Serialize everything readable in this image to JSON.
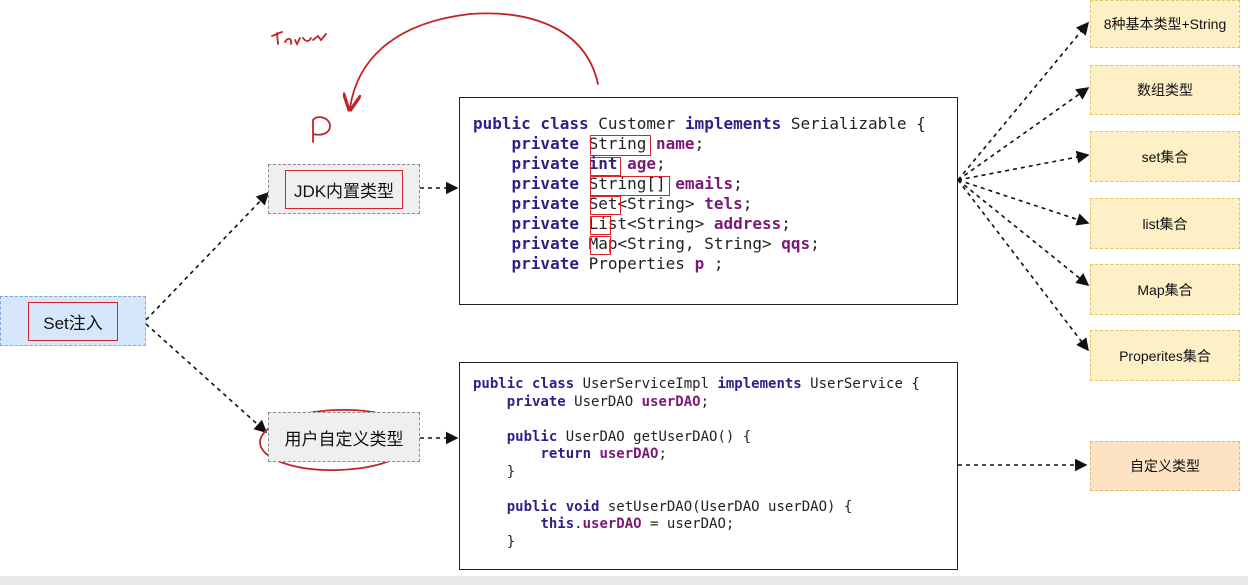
{
  "root": {
    "label": "Set注入"
  },
  "branches": {
    "jdk": {
      "label": "JDK内置类型"
    },
    "custom": {
      "label": "用户自定义类型"
    }
  },
  "customer_class": {
    "header": {
      "kw1": "public class",
      "name": " Customer ",
      "kw2": "implements",
      "iface": " Serializable {"
    },
    "fields": [
      {
        "kw": "private",
        "type": " String ",
        "name": "name",
        "end": ";"
      },
      {
        "kw": "private",
        "type": " ",
        "type_kw": "int",
        "name": " age",
        "end": ";"
      },
      {
        "kw": "private",
        "type": " String[] ",
        "name": "emails",
        "end": ";"
      },
      {
        "kw": "private",
        "type": " Set<String> ",
        "name": "tels",
        "end": ";"
      },
      {
        "kw": "private",
        "type": " List<String> ",
        "name": "address",
        "end": ";"
      },
      {
        "kw": "private",
        "type": " Map<String, String> ",
        "name": "qqs",
        "end": ";"
      },
      {
        "kw": "private",
        "type": " Properties ",
        "name": "p",
        "end": " ;"
      }
    ]
  },
  "service_class": {
    "header": {
      "kw1": "public class",
      "name": " UserServiceImpl ",
      "kw2": "implements",
      "iface": " UserService {"
    },
    "field": {
      "kw": "private",
      "type": " UserDAO ",
      "name": "userDAO",
      "end": ";"
    },
    "getter": {
      "kw": "public",
      "sig": " UserDAO getUserDAO() {"
    },
    "getter_body": {
      "kw": "return",
      "name": " userDAO",
      "end": ";"
    },
    "close1": "}",
    "setter": {
      "kw": "public void",
      "sig": " setUserDAO(UserDAO userDAO) {"
    },
    "setter_body": {
      "kw": "this",
      "dot": ".",
      "name": "userDAO",
      "rest": " = userDAO;"
    },
    "close2": "}"
  },
  "types": [
    {
      "label": "8种基本类型+String"
    },
    {
      "label": "数组类型"
    },
    {
      "label": "set集合"
    },
    {
      "label": "list集合"
    },
    {
      "label": "Map集合"
    },
    {
      "label": "Properites集合"
    }
  ],
  "custom_type": {
    "label": "自定义类型"
  },
  "annotations": {
    "scribble_text": "Taken"
  },
  "colors": {
    "highlight": "#d6242e",
    "keyword": "#2f1f88",
    "field": "#7b1a76",
    "yellow": "#fdefc6",
    "orange": "#fde3c3"
  }
}
